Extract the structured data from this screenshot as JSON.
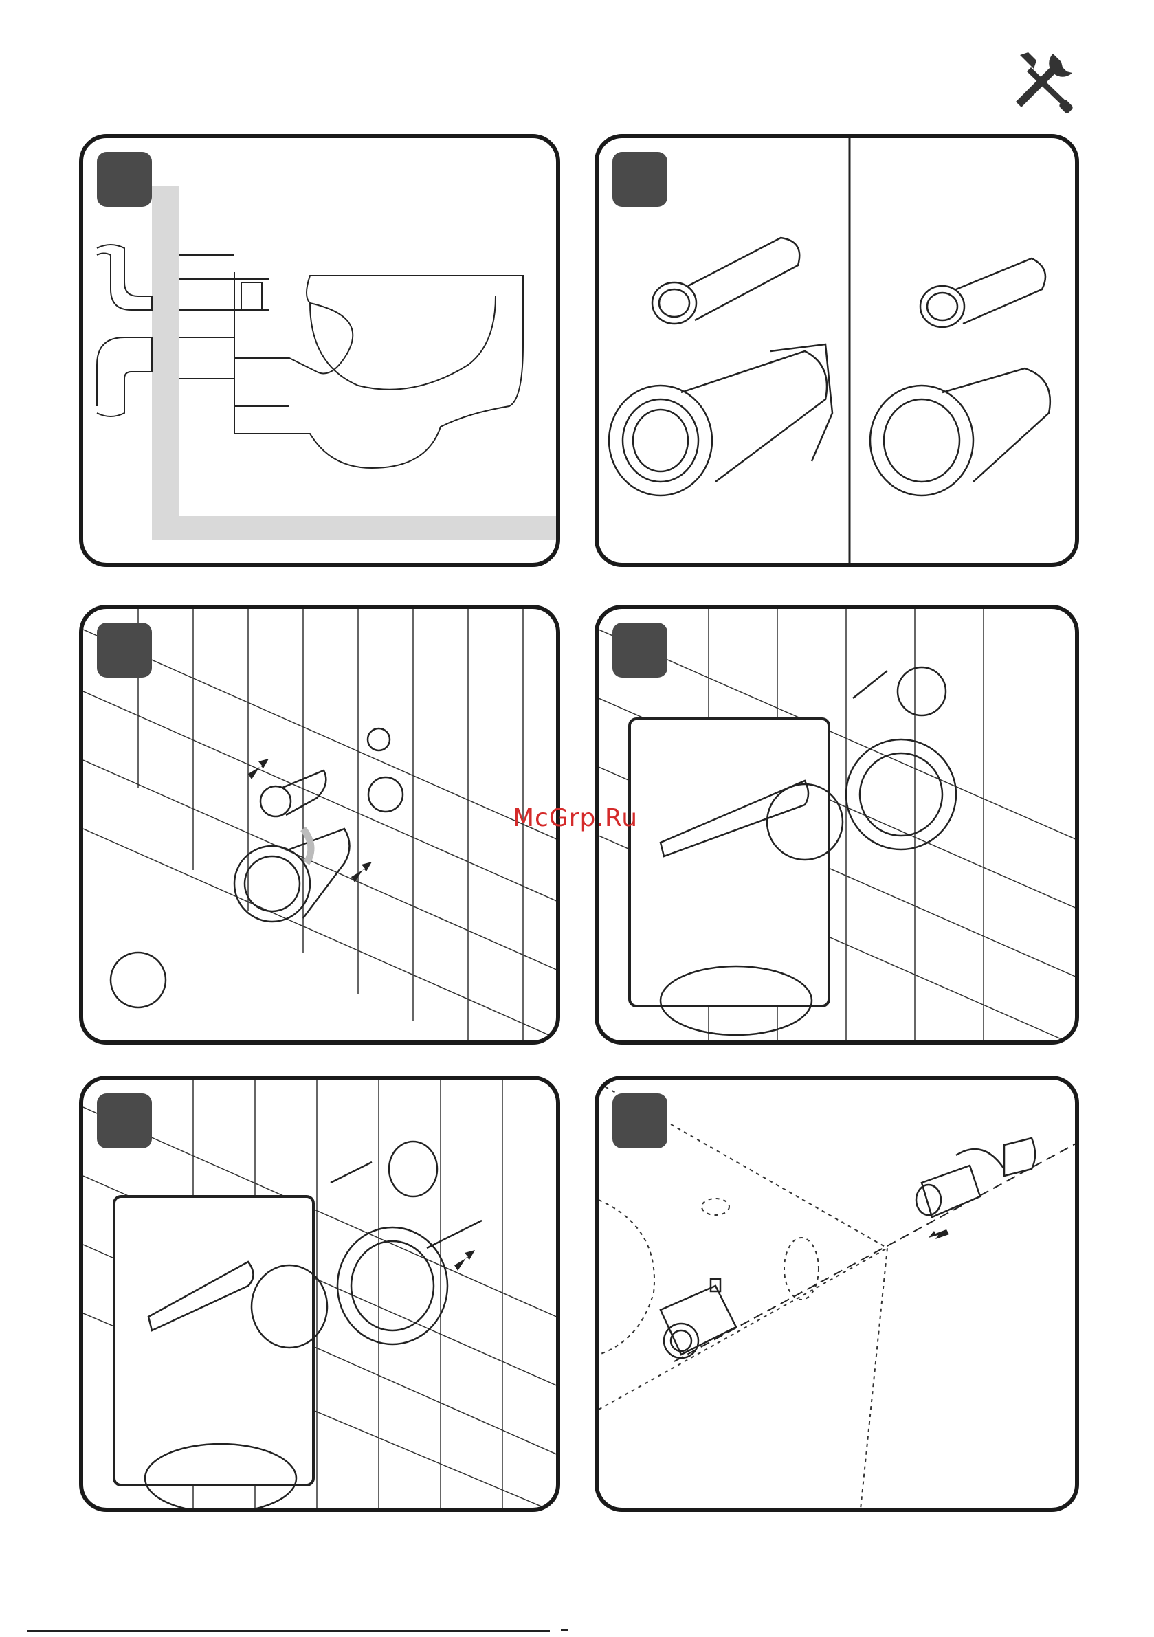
{
  "page": {
    "icon": "screwdriver-wrench-icon",
    "watermark": "McGrp.Ru",
    "colors": {
      "frame": "#1a1a1a",
      "badge": "#4a4a4a",
      "wall": "#d9d9d9",
      "watermark": "#d42a2a"
    }
  },
  "steps": [
    {
      "badge": "",
      "illustration": "wall-toilet-side-section"
    },
    {
      "badge": "",
      "illustration": "cut-connector-pipes"
    },
    {
      "badge": "",
      "illustration": "insert-connectors-into-wall"
    },
    {
      "badge": "",
      "illustration": "cut-threaded-rod"
    },
    {
      "badge": "",
      "illustration": "mount-studs-with-dowels"
    },
    {
      "badge": "",
      "illustration": "fix-bracket-under-bowl"
    }
  ]
}
